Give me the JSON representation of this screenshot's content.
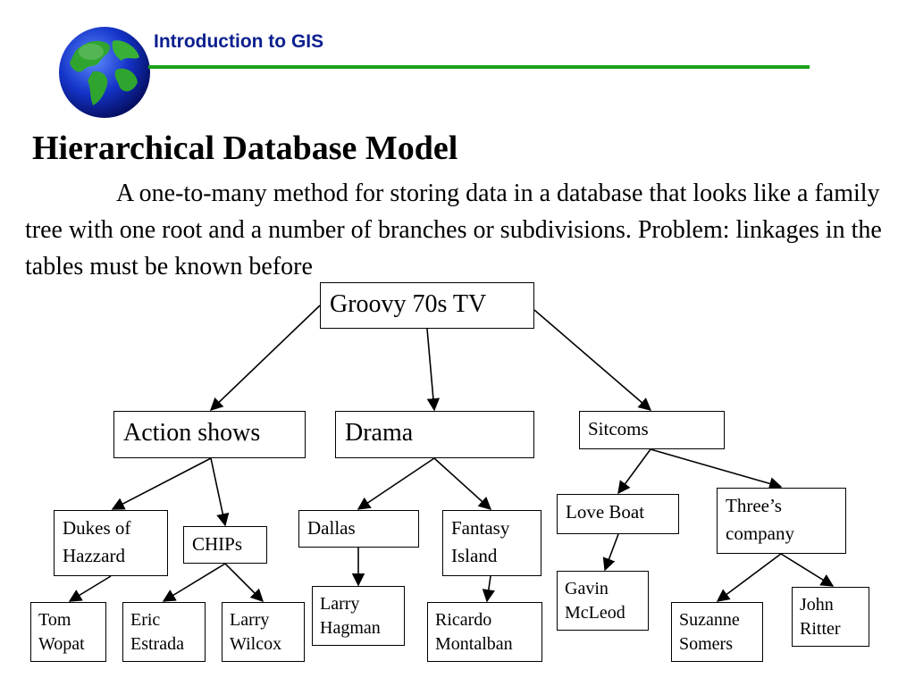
{
  "header": {
    "title": "Introduction to GIS",
    "accent_color": "#1aa11a",
    "title_color": "#0b1f8f",
    "logo_icon": "globe-icon"
  },
  "slide": {
    "title": "Hierarchical Database Model",
    "description": "A one-to-many method for storing data in a database that looks like a family tree with one root and a number of branches or subdivisions. Problem: linkages in the tables must be known before"
  },
  "tree": {
    "root": "Groovy 70s TV",
    "categories": {
      "action": "Action shows",
      "drama": "Drama",
      "sitcoms": "Sitcoms"
    },
    "shows": {
      "dukes": [
        "Dukes of",
        "Hazzard"
      ],
      "chips": "CHIPs",
      "dallas": "Dallas",
      "fantasy": [
        "Fantasy",
        "Island"
      ],
      "love_boat": "Love Boat",
      "threes": [
        "Three’s",
        "company"
      ]
    },
    "actors": {
      "tom": [
        "Tom",
        "Wopat"
      ],
      "eric": [
        "Eric",
        "Estrada"
      ],
      "larry_w": [
        "Larry",
        "Wilcox"
      ],
      "larry_h": [
        "Larry",
        "Hagman"
      ],
      "ricardo": [
        "Ricardo",
        "Montalban"
      ],
      "gavin": [
        "Gavin",
        "McLeod"
      ],
      "suzanne": [
        "Suzanne",
        "Somers"
      ],
      "john": [
        "John",
        "Ritter"
      ]
    }
  }
}
